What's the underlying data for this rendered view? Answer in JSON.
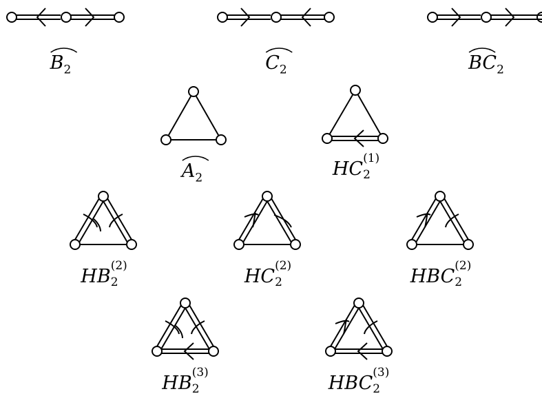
{
  "labels": {
    "b2": {
      "base": "B",
      "sub": "2"
    },
    "c2": {
      "base": "C",
      "sub": "2"
    },
    "bc2": {
      "base": "BC",
      "sub": "2"
    },
    "a2": {
      "base": "A",
      "sub": "2"
    },
    "hc2_1": {
      "base": "HC",
      "sub": "2",
      "sup": "(1)"
    },
    "hb2_2": {
      "base": "HB",
      "sub": "2",
      "sup": "(2)"
    },
    "hc2_2": {
      "base": "HC",
      "sub": "2",
      "sup": "(2)"
    },
    "hbc2_2": {
      "base": "HBC",
      "sub": "2",
      "sup": "(2)"
    },
    "hb2_3": {
      "base": "HB",
      "sub": "2",
      "sup": "(3)"
    },
    "hbc2_3": {
      "base": "HBC",
      "sub": "2",
      "sup": "(3)"
    }
  }
}
